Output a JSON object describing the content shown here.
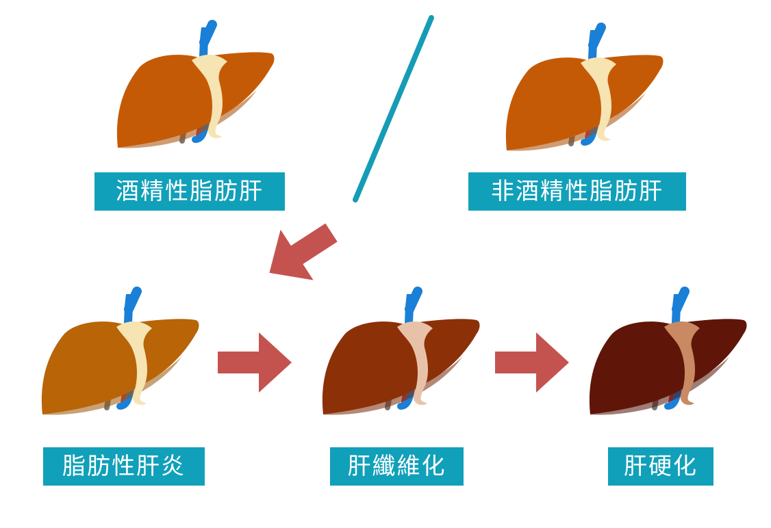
{
  "colors": {
    "label_bg": "#11a0b9",
    "label_text": "#ffffff",
    "divider": "#149db5",
    "arrow": "#c45350",
    "vessel_blue": "#1a7fd6",
    "vessel_red": "#c33a4b",
    "vessel_gray": "#777777"
  },
  "icons": {
    "liver": "liver-icon",
    "arrow": "arrow-right-icon",
    "divider": "slash-divider"
  },
  "livers": [
    {
      "id": "alcoholic",
      "label": "酒精性脂肪肝",
      "color": "#c55a06",
      "ligament": "#f6e4b3"
    },
    {
      "id": "non-alcoholic",
      "label": "非酒精性脂肪肝",
      "color": "#c55a06",
      "ligament": "#f6e4b3"
    },
    {
      "id": "fatty-hepatitis",
      "label": "脂肪性肝炎",
      "color": "#b86407",
      "ligament": "#f6e4b3"
    },
    {
      "id": "fibrosis",
      "label": "肝纖維化",
      "color": "#8c3008",
      "ligament": "#e8c2a8"
    },
    {
      "id": "cirrhosis",
      "label": "肝硬化",
      "color": "#5f1608",
      "ligament": "#c98a63"
    }
  ]
}
